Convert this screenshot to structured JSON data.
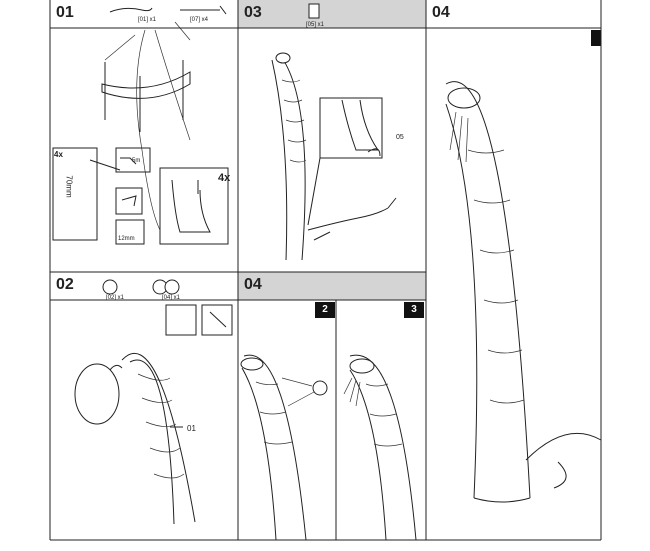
{
  "steps": {
    "s01": {
      "number": "01",
      "part_a": "[01] x1",
      "part_b": "[07] x4",
      "mult_a": "4x",
      "mult_b": "4x",
      "dim_5": "5m",
      "dim_70": "70mm",
      "dim_12": "12mm"
    },
    "s02": {
      "number": "02",
      "part_a": "[02] x1",
      "part_b": "[04] x1",
      "callout": "01"
    },
    "s03": {
      "number": "03",
      "part_a": "[05] x1",
      "callout": "05"
    },
    "s04a": {
      "number": "04",
      "badge_2": "2",
      "badge_3": "3"
    },
    "s04b": {
      "number": "04"
    }
  }
}
